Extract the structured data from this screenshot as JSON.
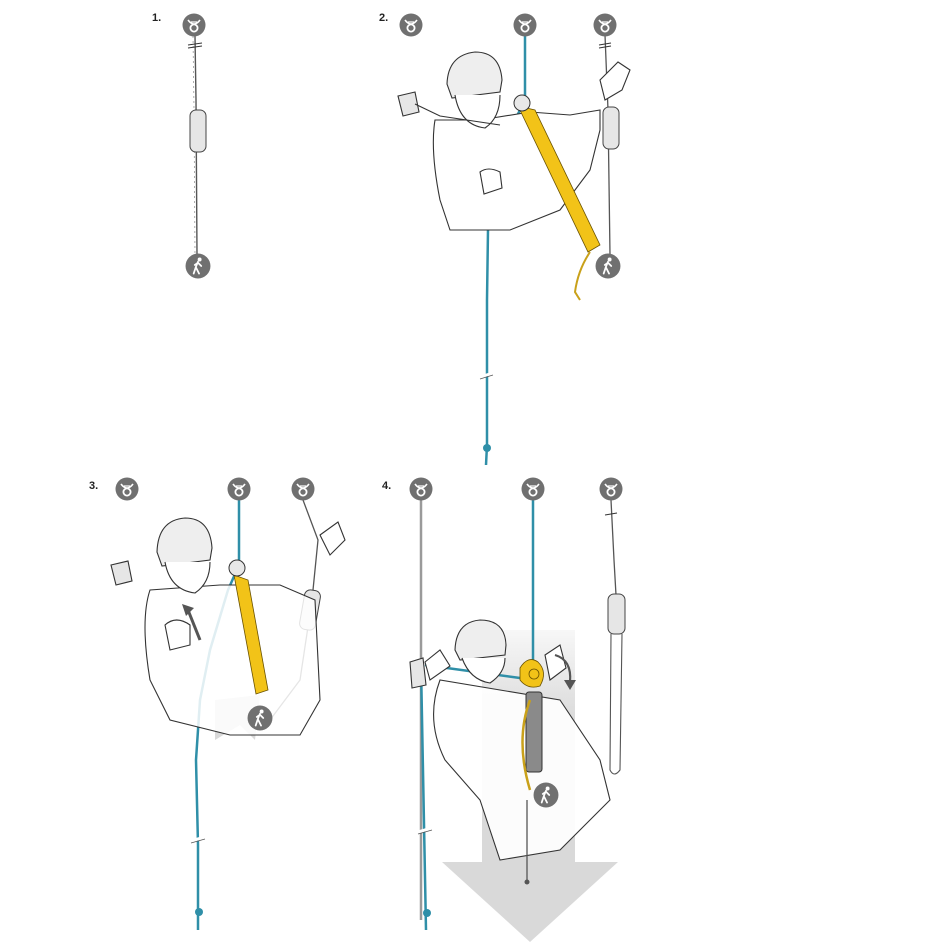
{
  "colors": {
    "badge": "#707070",
    "badge_glyph": "#ffffff",
    "rope_blue": "#2f8fa8",
    "rope_grey": "#9a9a9a",
    "device_yellow": "#f2c318",
    "arrow_grey": "#d9d9d9",
    "line": "#333333",
    "lanyard_fill": "#e6e6e6"
  },
  "steps": [
    {
      "label": "1.",
      "anchors": [
        "anchor-icon"
      ],
      "end_icons": [
        "person-icon"
      ]
    },
    {
      "label": "2.",
      "anchors": [
        "anchor-icon",
        "anchor-icon",
        "anchor-icon"
      ],
      "end_icons": [
        "person-icon"
      ]
    },
    {
      "label": "3.",
      "anchors": [
        "anchor-icon",
        "anchor-icon",
        "anchor-icon"
      ],
      "end_icons": [
        "person-icon"
      ]
    },
    {
      "label": "4.",
      "anchors": [
        "anchor-icon",
        "anchor-icon",
        "anchor-icon"
      ],
      "end_icons": [
        "person-icon"
      ]
    }
  ]
}
